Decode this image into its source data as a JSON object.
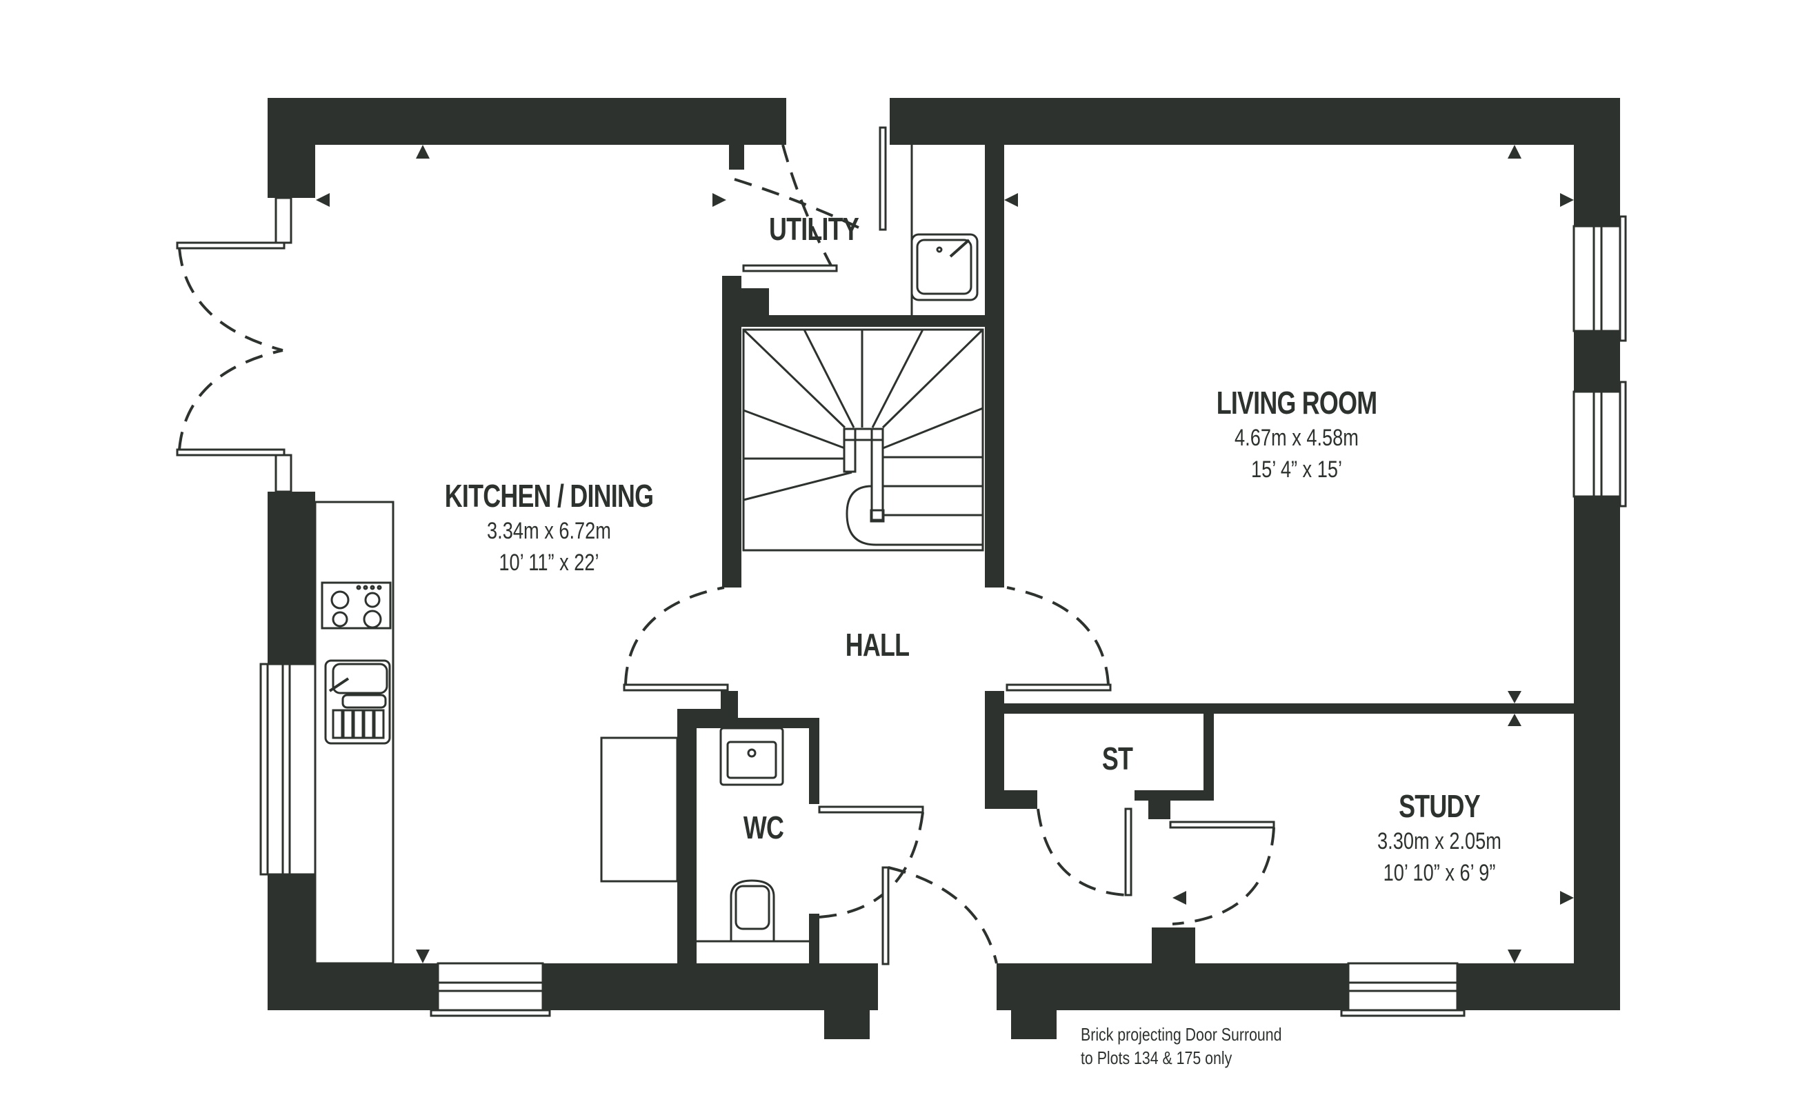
{
  "plan": {
    "title": "Ground Floor Plan",
    "colors": {
      "wall": "#2d322e",
      "background": "#ffffff"
    }
  },
  "rooms": {
    "kitchen": {
      "name": "KITCHEN / DINING",
      "metric": "3.34m x 6.72m",
      "imperial": "10’ 11” x 22’"
    },
    "living": {
      "name": "LIVING ROOM",
      "metric": "4.67m x 4.58m",
      "imperial": "15’ 4” x 15’"
    },
    "study": {
      "name": "STUDY",
      "metric": "3.30m x 2.05m",
      "imperial": "10’ 10” x 6’ 9”"
    },
    "utility": {
      "name": "UTILITY"
    },
    "hall": {
      "name": "HALL"
    },
    "wc": {
      "name": "WC"
    },
    "store": {
      "name": "ST"
    }
  },
  "notes": {
    "line1": "Brick projecting Door Surround",
    "line2": "to Plots 134 & 175 only"
  },
  "icons": [
    "hob-icon",
    "kitchen-sink-icon",
    "utility-sink-icon",
    "basin-icon",
    "toilet-icon",
    "staircase-icon",
    "measurement-arrow-icon"
  ]
}
